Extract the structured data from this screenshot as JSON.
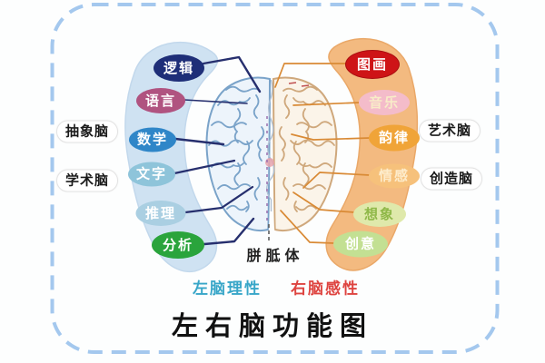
{
  "title": "左右脑功能图",
  "corpus_callosum_label": "胼胝体",
  "border_color": "#a4c8ee",
  "left_brain": {
    "caption": "左脑理性",
    "caption_color": "#38a6c8",
    "crescent_color": "#cfe2f2",
    "connector_color": "#262f6e",
    "outer_labels": [
      {
        "label": "抽象脑"
      },
      {
        "label": "学术脑"
      }
    ],
    "functions": [
      {
        "label": "逻辑",
        "bg": "#1e2e78",
        "fg": "#ffffff"
      },
      {
        "label": "语言",
        "bg": "#b05380",
        "fg": "#ffffff"
      },
      {
        "label": "数学",
        "bg": "#2f86c8",
        "fg": "#ffffff"
      },
      {
        "label": "文字",
        "bg": "#8ec4da",
        "fg": "#ffffff"
      },
      {
        "label": "推理",
        "bg": "#aacfe2",
        "fg": "#ffffff"
      },
      {
        "label": "分析",
        "bg": "#2aa43c",
        "fg": "#ffffff"
      }
    ]
  },
  "right_brain": {
    "caption": "右脑感性",
    "caption_color": "#de4440",
    "crescent_color": "#f3ba80",
    "connector_color": "#d98a35",
    "outer_labels": [
      {
        "label": "艺术脑"
      },
      {
        "label": "创造脑"
      }
    ],
    "functions": [
      {
        "label": "图画",
        "bg": "#ce1417",
        "fg": "#ffffff"
      },
      {
        "label": "音乐",
        "bg": "#f4bcca",
        "fg": "#f8ecc8"
      },
      {
        "label": "韵律",
        "bg": "#f0a438",
        "fg": "#ffffff"
      },
      {
        "label": "情感",
        "bg": "#f6c17b",
        "fg": "#fdeccb"
      },
      {
        "label": "想象",
        "bg": "#dfe9ab",
        "fg": "#8fb848"
      },
      {
        "label": "创意",
        "bg": "#c3e093",
        "fg": "#ffffff"
      }
    ]
  }
}
